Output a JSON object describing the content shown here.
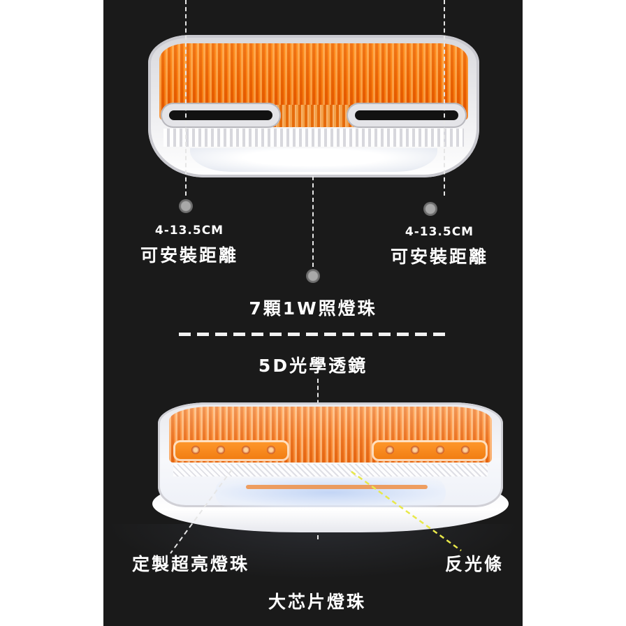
{
  "colors": {
    "page_background": "#ffffff",
    "panel_background": "#1a1a1a",
    "label_text": "#ffffff",
    "leader_line": "#e6e6e6",
    "reflector_leader": "#e8e84a",
    "lens_amber": "#f26a00"
  },
  "top_section": {
    "left_callout": {
      "size": "4-13.5CM",
      "caption": "可安裝距離"
    },
    "right_callout": {
      "size": "4-13.5CM",
      "caption": "可安裝距離"
    },
    "center_callout": {
      "caption": "7顆1W照燈珠"
    }
  },
  "bottom_section": {
    "lens_callout": "5D光學透鏡",
    "left_callout": "定製超亮燈珠",
    "right_callout": "反光條",
    "bottom_callout": "大芯片燈珠"
  },
  "icons": {
    "marker_dot": "circle-marker-icon"
  }
}
